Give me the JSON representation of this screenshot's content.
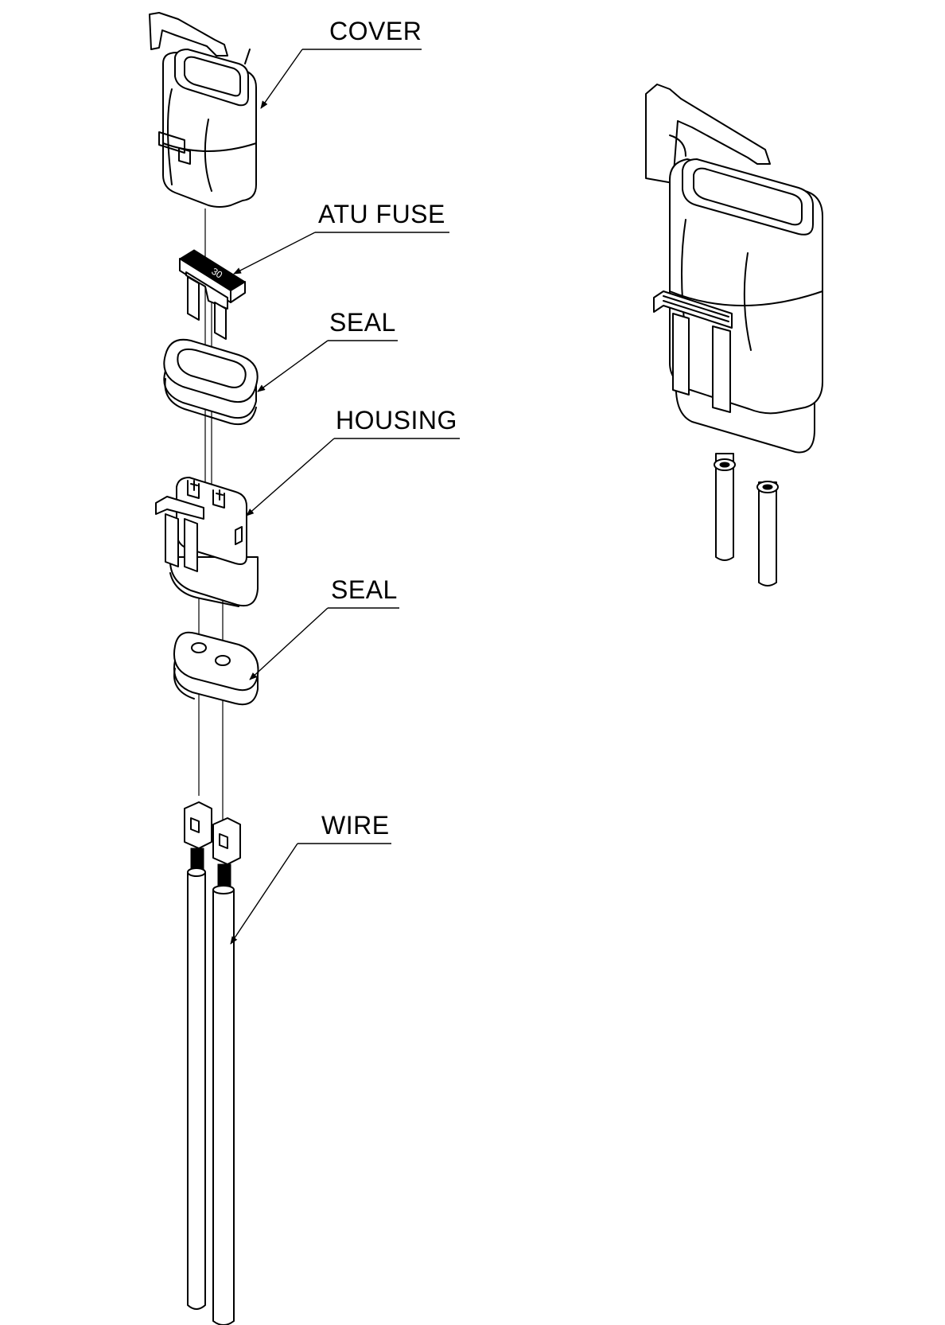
{
  "labels": {
    "cover": "COVER",
    "atu_fuse": "ATU FUSE",
    "seal_top": "SEAL",
    "housing": "HOUSING",
    "seal_bottom": "SEAL",
    "wire": "WIRE"
  },
  "fuse_marking": "30",
  "colors": {
    "line": "#000000",
    "background": "#ffffff"
  }
}
